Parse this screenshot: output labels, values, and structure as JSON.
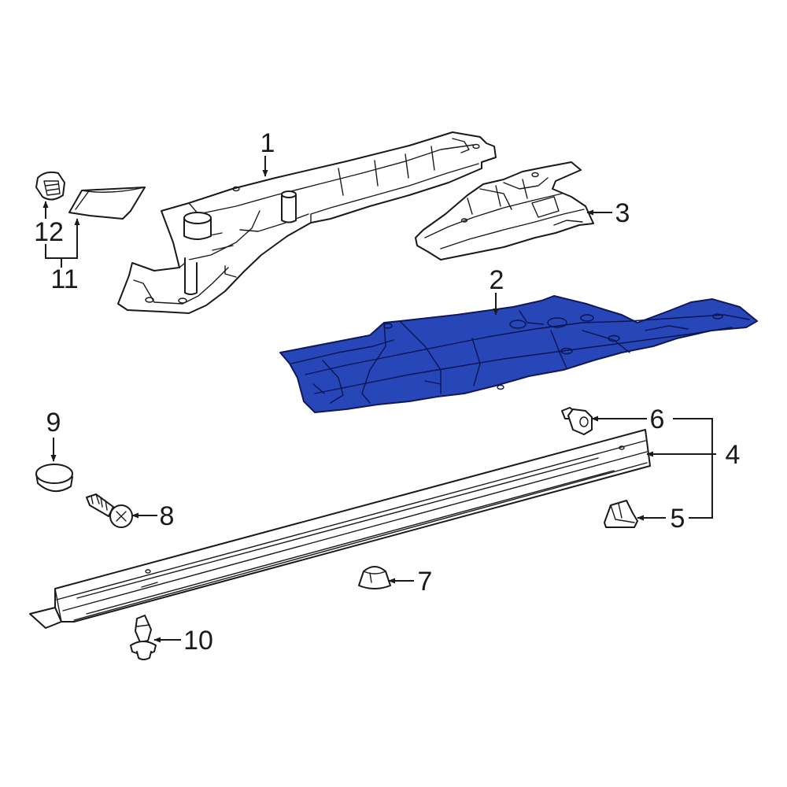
{
  "diagram": {
    "highlight_color": "#2747b8",
    "line_color": "#1a1a1a",
    "background_color": "#ffffff",
    "callouts": {
      "c1": "1",
      "c2": "2",
      "c3": "3",
      "c4": "4",
      "c5": "5",
      "c6": "6",
      "c7": "7",
      "c8": "8",
      "c9": "9",
      "c10": "10",
      "c11": "11",
      "c12": "12"
    },
    "parts": [
      {
        "ref": "1",
        "icon": "inner-rocker-panel-icon",
        "highlighted": false
      },
      {
        "ref": "2",
        "icon": "rocker-panel-splash-shield-icon",
        "highlighted": true
      },
      {
        "ref": "3",
        "icon": "rear-side-cover-icon",
        "highlighted": false
      },
      {
        "ref": "4",
        "icon": "rocker-molding-icon",
        "highlighted": false
      },
      {
        "ref": "5",
        "icon": "retainer-clip-icon",
        "highlighted": false
      },
      {
        "ref": "6",
        "icon": "push-clip-icon",
        "highlighted": false
      },
      {
        "ref": "7",
        "icon": "grommet-clip-icon",
        "highlighted": false
      },
      {
        "ref": "8",
        "icon": "screw-icon",
        "highlighted": false
      },
      {
        "ref": "9",
        "icon": "plug-icon",
        "highlighted": false
      },
      {
        "ref": "10",
        "icon": "push-rivet-icon",
        "highlighted": false
      },
      {
        "ref": "11",
        "icon": "sealer-pad-kit-icon",
        "highlighted": false
      },
      {
        "ref": "12",
        "icon": "nut-clip-icon",
        "highlighted": false
      }
    ]
  }
}
